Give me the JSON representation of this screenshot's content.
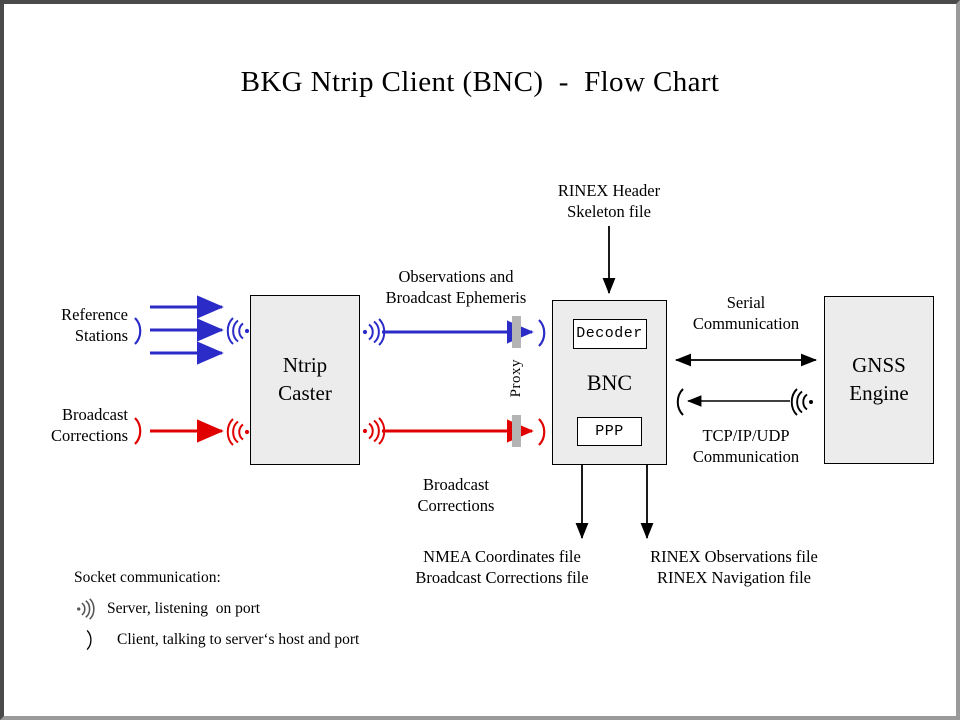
{
  "figure": {
    "title": "BKG Ntrip Client (BNC)  -  Flow Chart",
    "background": "#ffffff",
    "frame_border_dark": "#4a4a4a",
    "frame_border_light": "#9a9a9a"
  },
  "colors": {
    "observation_stream": "#2b2bc8",
    "correction_stream": "#e00000",
    "control_stream": "#000000",
    "box_fill": "#ececec",
    "box_stroke": "#000000",
    "proxy_bar": "#b4b4b4"
  },
  "nodes": {
    "caster": {
      "label": "Ntrip\nCaster",
      "line1": "Ntrip",
      "line2": "Caster"
    },
    "bnc": {
      "label": "BNC",
      "decoder": "Decoder",
      "ppp": "PPP"
    },
    "gnss": {
      "line1": "GNSS",
      "line2": "Engine"
    }
  },
  "sources": {
    "reference_stations": "Reference\nStations",
    "broadcast_corrections": "Broadcast\nCorrections"
  },
  "edge_labels": {
    "observations": "Observations and\nBroadcast Ephemeris",
    "broadcast_corrections": "Broadcast\nCorrections",
    "rinex_skeleton": "RINEX Header\nSkeleton file",
    "serial": "Serial\nCommunication",
    "tcpip": "TCP/IP/UDP\nCommunication",
    "proxy": "Proxy"
  },
  "outputs": {
    "left": "NMEA Coordinates file\nBroadcast Corrections file",
    "right": "RINEX Observations file\nRINEX Navigation file"
  },
  "legend": {
    "title": "Socket communication:",
    "server": "Server, listening  on port",
    "client": "Client, talking to server‘s host and port",
    "server_glyph": "server-antenna-icon",
    "client_glyph": "client-paren-icon"
  }
}
